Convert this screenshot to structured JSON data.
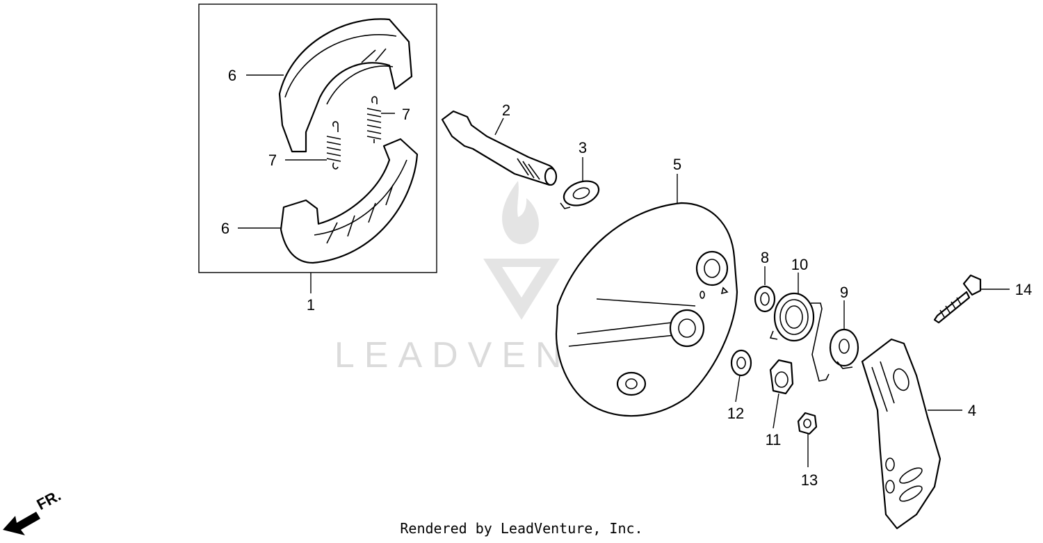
{
  "diagram": {
    "callouts": {
      "c1": "1",
      "c2": "2",
      "c3": "3",
      "c4": "4",
      "c5": "5",
      "c6a": "6",
      "c6b": "6",
      "c7a": "7",
      "c7b": "7",
      "c8": "8",
      "c9": "9",
      "c10": "10",
      "c11": "11",
      "c12": "12",
      "c13": "13",
      "c14": "14"
    },
    "direction_label": "FR.",
    "watermark": "LEADVENTURE",
    "footer": "Rendered by LeadVenture, Inc."
  }
}
